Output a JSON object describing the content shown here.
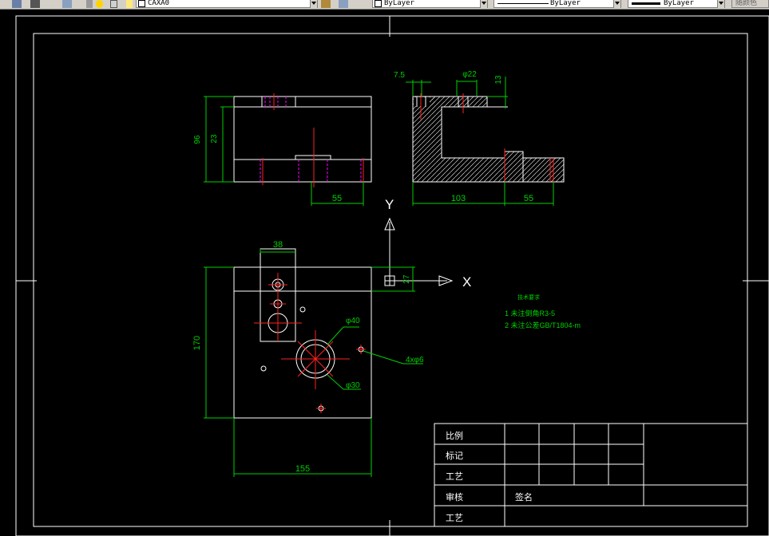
{
  "toolbar": {
    "layer_name": "CAXA0",
    "color_value": "ByLayer",
    "linetype_value": "ByLayer",
    "lineweight_value": "ByLayer",
    "plot_style": "随颜色"
  },
  "drawing": {
    "dims_top_view": {
      "overall_height": "96",
      "inner_height": "23",
      "bottom_width": "55"
    },
    "dims_section_view": {
      "left_offset": "7.5",
      "hole_dia": "φ22",
      "top_thk": "13",
      "base_len": "103",
      "right_len": "55"
    },
    "dims_plan_view": {
      "slot_width": "38",
      "offset": "27",
      "height": "170",
      "width": "155",
      "bore_outer": "φ40",
      "bore_inner": "φ30",
      "holes": "4xφ6"
    },
    "axes": {
      "y_label": "Y",
      "x_label": "X"
    },
    "notes": {
      "title": "技术要求",
      "line1": "1  未注倒角R3-5",
      "line2": "2  未注公差GB/T1804-m"
    }
  },
  "title_block": {
    "row1": "比例",
    "row2": "标记",
    "row3": "工艺",
    "row4": "审核",
    "row4_sign": "签名",
    "row5": "工艺"
  }
}
